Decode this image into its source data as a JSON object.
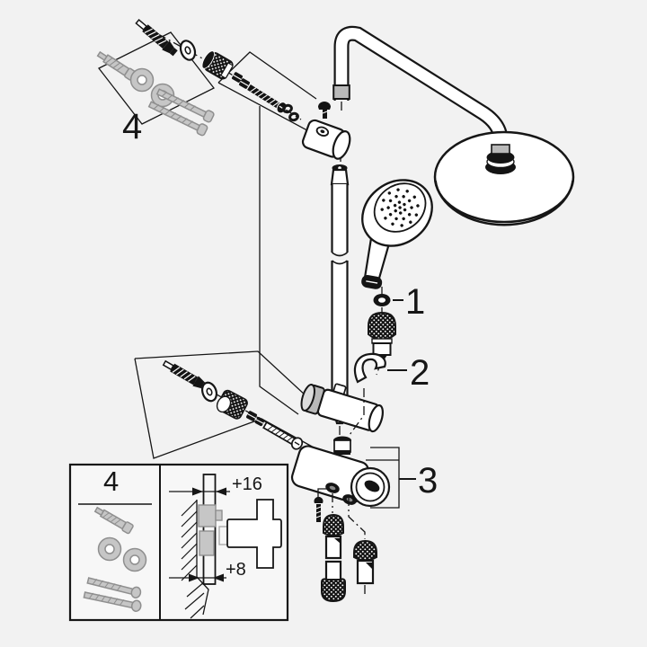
{
  "diagram": {
    "type": "shower-system-exploded-parts-diagram",
    "colors": {
      "background": "#f2f2f2",
      "line": "#161616",
      "grey_part": "#c6c6c6",
      "inset_background": "#f7f7f7"
    },
    "callouts": {
      "seal_washer": "1",
      "hand_shower_holder": "2",
      "diverter_valve": "3",
      "mounting_kit": "4"
    },
    "inset": {
      "mounting_kit_label": "4",
      "offset_top": "+16",
      "offset_bottom": "+8"
    }
  }
}
